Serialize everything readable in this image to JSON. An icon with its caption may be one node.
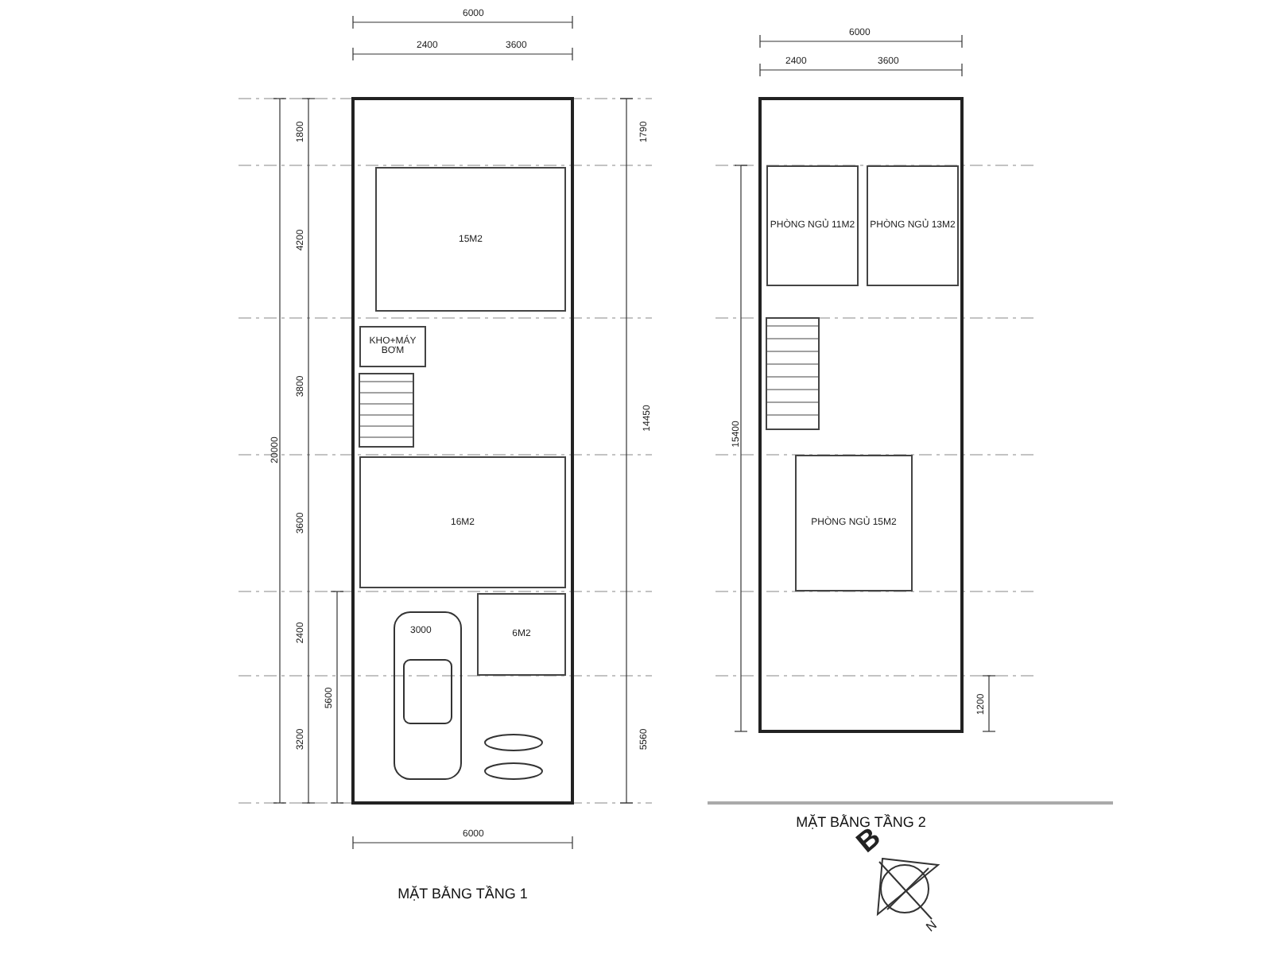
{
  "diagram": {
    "nodes": [
      {
        "text": [
          "MẶT BẰNG TẦNG 1"
        ]
      },
      {
        "text": [
          "15M2"
        ],
        "in": 0
      },
      {
        "text": [
          "KHO+MÁY BƠM"
        ],
        "in": 0
      },
      {
        "text": [
          "16M2"
        ],
        "in": 0
      },
      {
        "text": [
          "6M2"
        ],
        "in": 0
      },
      {
        "text": [
          "MẶT BẰNG TẦNG 2"
        ]
      },
      {
        "text": [
          "PHÒNG NGỦ 11M2"
        ],
        "in": 5
      },
      {
        "text": [
          "PHÒNG NGỦ 13M2"
        ],
        "in": 5
      },
      {
        "text": [
          "PHÒNG NGỦ 15M2"
        ],
        "in": 5
      }
    ],
    "edges": [],
    "labels": [
      "6000",
      "2400",
      "3600",
      "1800",
      "4200",
      "3800",
      "3600",
      "2400",
      "3200",
      "5600",
      "20000",
      "1790",
      "14450",
      "5560",
      "3000",
      "6000",
      "6000",
      "2400",
      "3600",
      "15400",
      "1200",
      "B",
      "N"
    ]
  }
}
